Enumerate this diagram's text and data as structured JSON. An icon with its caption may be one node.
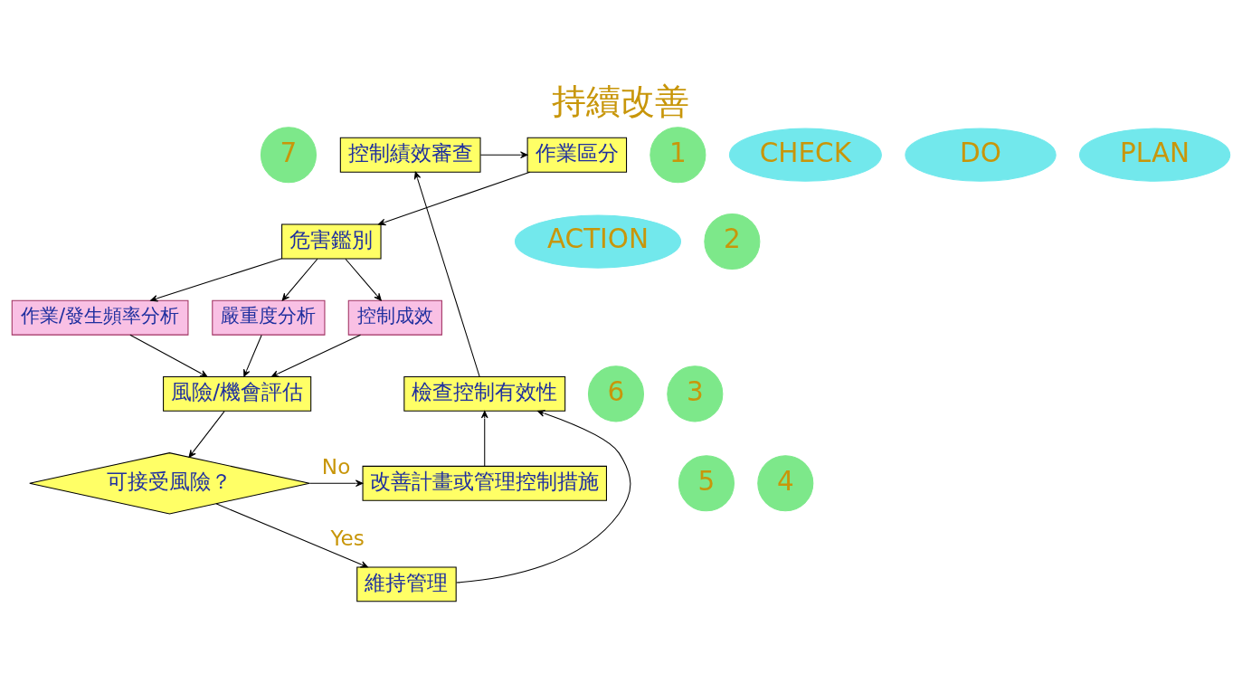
{
  "diagram": {
    "title": "持續改善",
    "nodes": [
      {
        "text": [
          "7"
        ]
      },
      {
        "text": [
          "控制績效審查"
        ]
      },
      {
        "text": [
          "作業區分"
        ]
      },
      {
        "text": [
          "1"
        ]
      },
      {
        "text": [
          "ACTION"
        ]
      },
      {
        "text": [
          "危害鑑別"
        ]
      },
      {
        "text": [
          "2"
        ]
      },
      {
        "text": [
          "作業/發生頻率分析"
        ]
      },
      {
        "text": [
          "嚴重度分析"
        ]
      },
      {
        "text": [
          "控制成效"
        ]
      },
      {
        "text": [
          "6"
        ]
      },
      {
        "text": [
          "檢查控制有效性"
        ]
      },
      {
        "text": [
          "風險/機會評估"
        ]
      },
      {
        "text": [
          "3"
        ]
      },
      {
        "text": [
          "CHECK"
        ]
      },
      {
        "text": [
          "DO"
        ]
      },
      {
        "text": [
          "PLAN"
        ]
      },
      {
        "text": [
          "5"
        ]
      },
      {
        "text": [
          "改善計畫或管理控制措施"
        ]
      },
      {
        "text": [
          "可接受風險？"
        ]
      },
      {
        "text": [
          "4"
        ]
      },
      {
        "text": [
          "維持管理"
        ]
      }
    ],
    "edges": [
      {
        "from": 1,
        "to": 2,
        "arrow": "to"
      },
      {
        "from": 2,
        "to": 5,
        "arrow": "to"
      },
      {
        "from": 5,
        "to": 7,
        "arrow": "to"
      },
      {
        "from": 5,
        "to": 8,
        "arrow": "to"
      },
      {
        "from": 5,
        "to": 9,
        "arrow": "to"
      },
      {
        "from": 7,
        "to": 12,
        "arrow": "to"
      },
      {
        "from": 8,
        "to": 12,
        "arrow": "to"
      },
      {
        "from": 9,
        "to": 12,
        "arrow": "to"
      },
      {
        "from": 12,
        "to": 19,
        "arrow": "to"
      },
      {
        "from": 19,
        "to": 18,
        "arrow": "to",
        "label": "No"
      },
      {
        "from": 19,
        "to": 21,
        "arrow": "to",
        "label": "Yes"
      },
      {
        "from": 18,
        "to": 11,
        "arrow": "to"
      },
      {
        "from": 21,
        "to": 11,
        "arrow": "to"
      },
      {
        "from": 11,
        "to": 1,
        "arrow": "to"
      }
    ]
  }
}
